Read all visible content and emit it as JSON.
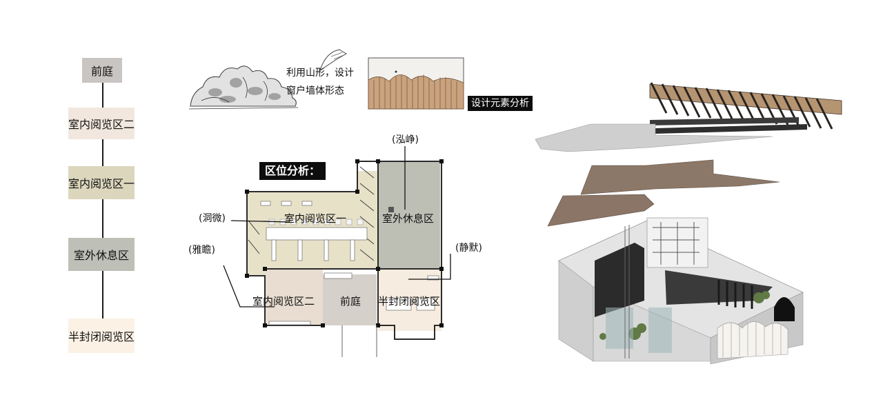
{
  "flow": {
    "items": [
      {
        "label": "前庭",
        "color": "#c9c5c3"
      },
      {
        "label": "室内阅览区二",
        "color": "#f1e7de"
      },
      {
        "label": "室内阅览区一",
        "color": "#dcd6bd"
      },
      {
        "label": "室外休息区",
        "color": "#bebfb6"
      },
      {
        "label": "半封闭阅览区",
        "color": "#fbf1e5"
      }
    ]
  },
  "concept": {
    "note_line1": "利用山形，设计",
    "note_line2": "窗户墙体形态",
    "tag": "设计元素分析"
  },
  "plan": {
    "title": "区位分析：",
    "callouts": {
      "top": "(泓峥)",
      "left1": "(洞微)",
      "left2": "(雅瞻)",
      "right": "(静默)"
    },
    "zones": {
      "reading1": "室内阅览区一",
      "outdoor": "室外休息区",
      "reading2": "室内阅览区二",
      "courtyard": "前庭",
      "semi": "半封闭阅览区"
    },
    "colors": {
      "reading1": "#e7e1c8",
      "outdoor": "#bdbfb4",
      "reading2": "#e8ddd0",
      "courtyard": "#d6d0ca",
      "semi": "#f6ecdf"
    }
  }
}
